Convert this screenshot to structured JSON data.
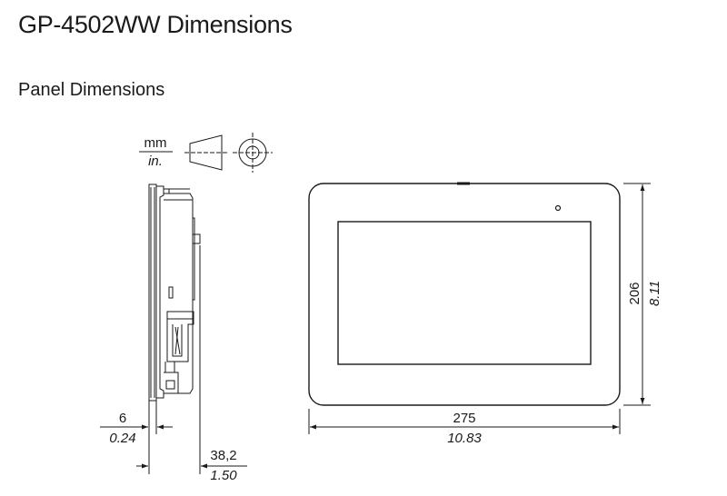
{
  "header": {
    "title": "GP-4502WW Dimensions",
    "subtitle": "Panel Dimensions"
  },
  "legend": {
    "unit_primary": "mm",
    "unit_secondary": "in.",
    "projection_symbol": "third-angle-projection-icon"
  },
  "dimensions": {
    "front_panel_thickness": {
      "mm": "6",
      "in": "0.24"
    },
    "overall_depth": {
      "mm": "38,2",
      "in": "1.50"
    },
    "width": {
      "mm": "275",
      "in": "10.83"
    },
    "height": {
      "mm": "206",
      "in": "8.11"
    }
  },
  "colors": {
    "line": "#1a1a1a",
    "background": "#ffffff"
  }
}
